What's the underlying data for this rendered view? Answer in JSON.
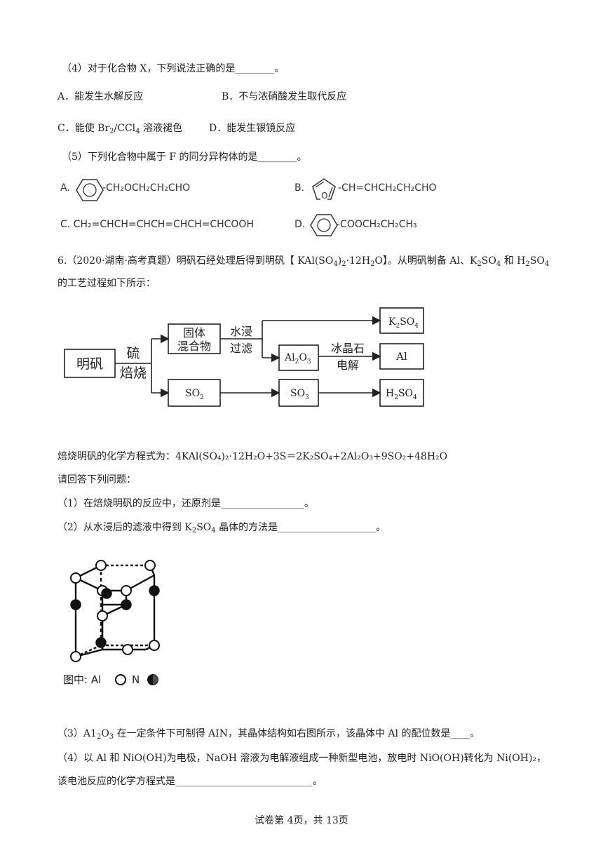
{
  "q5": {
    "p4": {
      "stem": "（4）对于化合物 X，下列说法正确的是________。",
      "A": "A．能发生水解反应",
      "B": "B．不与浓硝酸发生取代反应",
      "C_pre": "C．能使 Br",
      "C_s1": "2",
      "C_mid": "/CCl",
      "C_s2": "4",
      "C_post": " 溶液褪色",
      "D": "D．能发生银镜反应"
    },
    "p5": {
      "stem": "（5）下列化合物中属于 F 的同分异构体的是________。",
      "optA_label": "A.",
      "optA_formula": "-CH₂OCH₂CH₂CHO",
      "optB_label": "B.",
      "optB_formula": "-CH=CHCH₂CH₂CHO",
      "optB_ring_atom": "O",
      "optC": "C. CH₂=CHCH=CHCH=CHCH=CHCOOH",
      "optD_label": "D.",
      "optD_formula": "-COOCH₂CH₂CH₃"
    }
  },
  "q6": {
    "intro_1": "6.（2020·湖南·高考真题）明矾石经处理后得到明矾【 KAl(SO",
    "intro_1b": "4",
    "intro_1c": ")",
    "intro_1d": "2",
    "intro_1e": "·12H",
    "intro_1f": "2",
    "intro_1g": "O】。从明矾制备 Al、K",
    "intro_1h": "2",
    "intro_1i": "SO",
    "intro_1j": "4",
    "intro_1k": " 和 H",
    "intro_1l": "2",
    "intro_1m": "SO",
    "intro_1n": "4",
    "intro_2": "的工艺过程如下所示：",
    "flow": {
      "start": "明矾",
      "roast_1": "硫",
      "roast_2": "焙烧",
      "solid_1": "固体",
      "solid_2": "混合物",
      "leach_1": "水浸",
      "leach_2": "过滤",
      "k2so4": "K",
      "k2so4_s": "2",
      "k2so4_b": "SO",
      "k2so4_s2": "4",
      "al2o3": "Al",
      "al2o3_s": "2",
      "al2o3_b": "O",
      "al2o3_s2": "3",
      "elec_1": "冰晶石",
      "elec_2": "电解",
      "al": "Al",
      "so2": "SO",
      "so2_s": "2",
      "so3": "SO",
      "so3_s": "3",
      "h2so4": "H",
      "h2so4_s": "2",
      "h2so4_b": "SO",
      "h2so4_s2": "4"
    },
    "equation": "焙烧明矾的化学方程式为：4KAl(SO₄)₂·12H₂O+3S＝2K₂SO₄+2Al₂O₃+9SO₂+48H₂O",
    "ask": "请回答下列问题：",
    "p1": "（1）在焙烧明矾的反应中，还原剂是_________________。",
    "p2_pre": "（2）从水浸后的滤液中得到 K",
    "p2_s": "2",
    "p2_mid": "SO",
    "p2_s2": "4",
    "p2_post": " 晶体的方法是____________________。",
    "crystal_legend_pre": "图中: Al",
    "crystal_legend_n": "N",
    "p3_pre": "（3）A1",
    "p3_s": "2",
    "p3_mid": "O",
    "p3_s2": "3",
    "p3_post": " 在一定条件下可制得 AIN，其晶体结构如右图所示，该晶体中 Al 的配位数是____。",
    "p4_line1": "（4）以 Al 和 NiO(OH)为电极，NaOH 溶液为电解液组成一种新型电池，放电时 NiO(OH)转化为 Ni(OH)₂，",
    "p4_line2": "该电池反应的化学方程式是____________________________。"
  },
  "footer": "试卷第 4页，共 13页"
}
